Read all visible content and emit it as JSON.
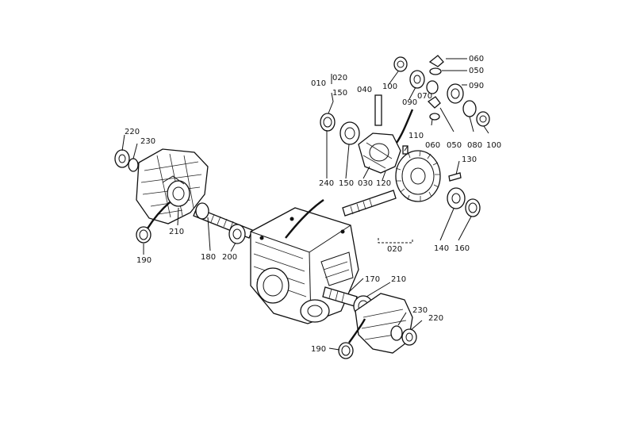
{
  "diagram": {
    "labels": {
      "p010": "010",
      "p020_top": "020",
      "p150_top": "150",
      "p040": "040",
      "p100_upper": "100",
      "p090_left": "090",
      "p070": "070",
      "p060_top": "060",
      "p050_top": "050",
      "p090_right": "090",
      "p060_bottom": "060",
      "p050_bottom": "050",
      "p080": "080",
      "p100_right": "100",
      "p110": "110",
      "p130": "130",
      "p240": "240",
      "p150": "150",
      "p030": "030",
      "p120": "120",
      "p140": "140",
      "p160": "160",
      "p020_bottom": "020",
      "p220_left": "220",
      "p230_left": "230",
      "p210_left": "210",
      "p190_left": "190",
      "p180": "180",
      "p200": "200",
      "p170": "170",
      "p210_right": "210",
      "p230_right": "230",
      "p220_right": "220",
      "p190_right": "190"
    }
  }
}
